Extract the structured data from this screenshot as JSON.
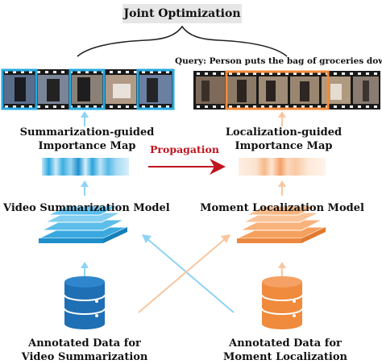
{
  "title": "Joint Optimization",
  "query": "Query: Person puts the bag of groceries down.",
  "left": {
    "map_label_line1": "Summarization-guided",
    "map_label_line2": "Importance Map",
    "model_label": "Video Summarization Model",
    "data_label_line1": "Annotated Data for",
    "data_label_line2": "Video Summarization"
  },
  "right": {
    "map_label_line1": "Localization-guided",
    "map_label_line2": "Importance Map",
    "model_label": "Moment Localization Model",
    "data_label_line1": "Annotated Data for",
    "data_label_line2": "Moment Localization"
  },
  "propagation_label": "Propagation",
  "colors": {
    "summ_blue": "#29a9e0",
    "summ_light": "#bfe6f8",
    "loc_orange": "#f28a3a",
    "loc_light": "#fbd7b8",
    "prop_red": "#c0141f",
    "db_blue": "#1f6fb4",
    "db_orange": "#f08a3c"
  }
}
